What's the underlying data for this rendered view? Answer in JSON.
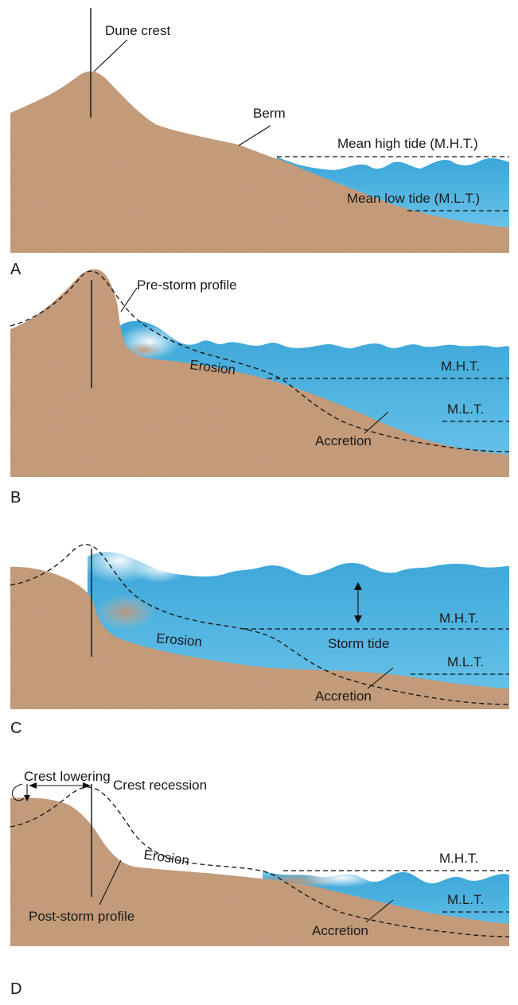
{
  "colors": {
    "sand": "#c69c7a",
    "sand_dark": "#b38462",
    "water": "#4db3e0",
    "water_light": "#bfe6f6",
    "line": "#111111"
  },
  "panels": {
    "a": {
      "letter": "A",
      "dune_crest": "Dune crest",
      "berm": "Berm",
      "mht": "Mean high tide (M.H.T.)",
      "mlt": "Mean low tide (M.L.T.)"
    },
    "b": {
      "letter": "B",
      "pre_storm": "Pre-storm profile",
      "erosion": "Erosion",
      "mht": "M.H.T.",
      "mlt": "M.L.T.",
      "accretion": "Accretion"
    },
    "c": {
      "letter": "C",
      "erosion": "Erosion",
      "mht": "M.H.T.",
      "storm_tide": "Storm tide",
      "mlt": "M.L.T.",
      "accretion": "Accretion"
    },
    "d": {
      "letter": "D",
      "crest_lowering": "Crest lowering",
      "crest_recession": "Crest recession",
      "erosion": "Erosion",
      "mht": "M.H.T.",
      "mlt": "M.L.T.",
      "post_storm": "Post-storm profile",
      "accretion": "Accretion"
    }
  }
}
